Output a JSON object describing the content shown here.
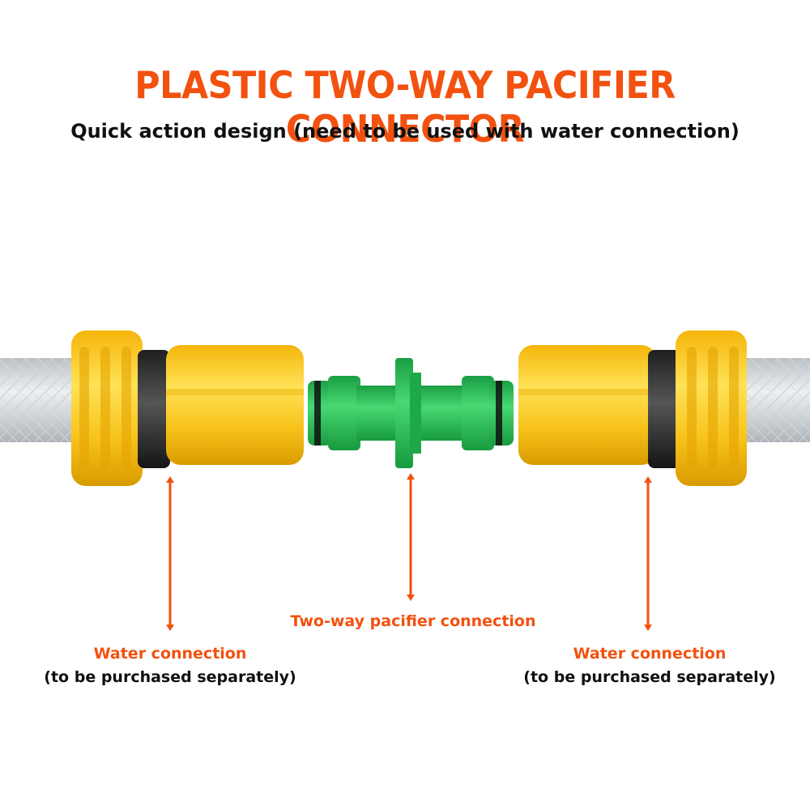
{
  "title": "PLASTIC TWO-WAY PACIFIER CONNECTOR",
  "subtitle": "Quick action design (need to be used with water connection)",
  "labels": {
    "center": "Two-way pacifier connection",
    "left_name": "Water connection",
    "left_note": "(to be purchased separately)",
    "right_name": "Water connection",
    "right_note": "(to be purchased separately)"
  },
  "colors": {
    "accent": "#f2510f",
    "yellow": "#f7c21a",
    "green": "#2ec35a",
    "hose": "#dfe3e6"
  }
}
